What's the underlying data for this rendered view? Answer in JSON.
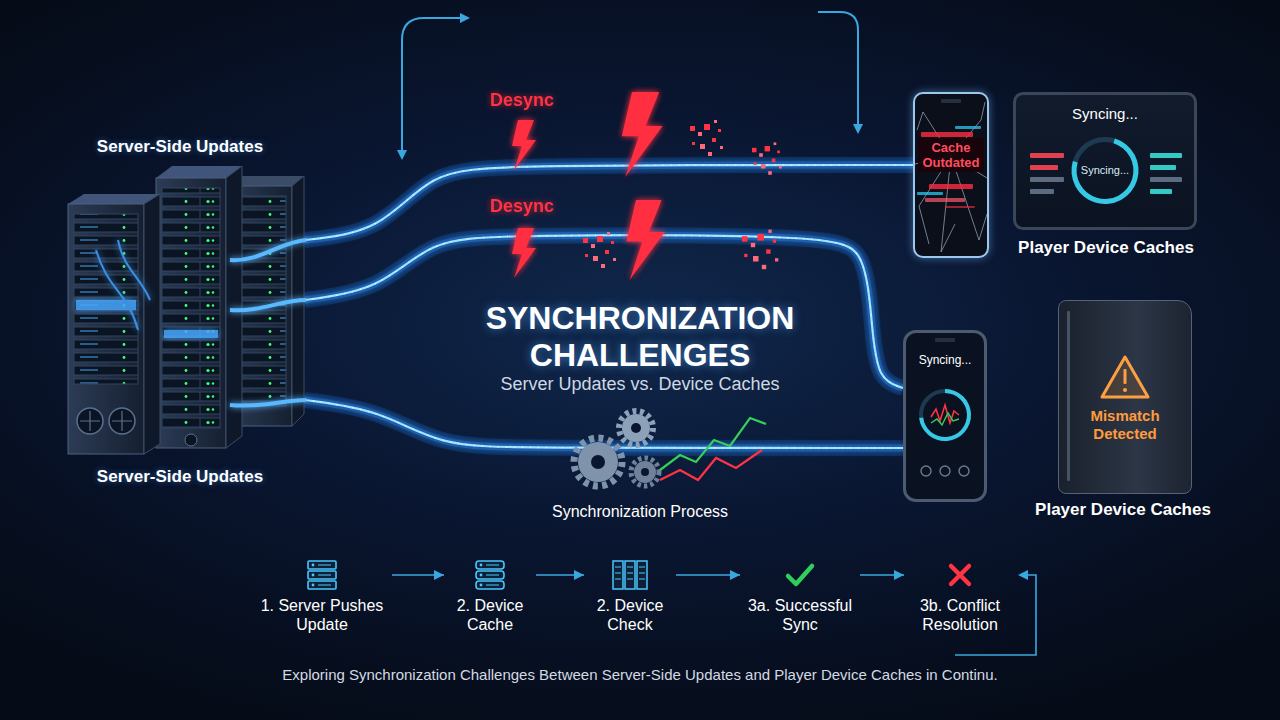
{
  "diagram": {
    "title": "SYNCHRONIZATION CHALLENGES",
    "caption": "Exploring Synchronization Challenges Between Server-Side Updates and Player Device Caches in Continu.",
    "nodes": [
      {
        "text": [
          "Server-Side Updates",
          "Server-Side Updates"
        ]
      },
      {
        "text": [
          "Cache Outdated"
        ]
      },
      {
        "text": [
          "Syncing...",
          "Syncing..."
        ]
      },
      {
        "text": [
          "Syncing..."
        ]
      },
      {
        "text": [
          "Mismatch Detected"
        ]
      },
      {
        "text": [
          "1. Server Pushes Update"
        ]
      },
      {
        "text": [
          "2. Device Cache"
        ]
      },
      {
        "text": [
          "2. Device Check"
        ]
      },
      {
        "text": [
          "3a. Successful Sync"
        ]
      },
      {
        "text": [
          "3b. Conflict Resolution"
        ]
      }
    ],
    "edges": [
      {
        "from": 0,
        "to": 1,
        "label": "Desync",
        "arrow": "none"
      },
      {
        "from": 0,
        "to": 3,
        "label": "Desync",
        "arrow": "none"
      },
      {
        "from": 0,
        "to": 3,
        "arrow": "none"
      },
      {
        "from": 5,
        "to": 6,
        "arrow": "to"
      },
      {
        "from": 6,
        "to": 7,
        "arrow": "to"
      },
      {
        "from": 7,
        "to": 8,
        "arrow": "to"
      },
      {
        "from": 8,
        "to": 9,
        "arrow": "to"
      }
    ],
    "labels": [
      "Player Device Caches",
      "Server Updates vs. Device Caches",
      "Synchronization Process",
      "Player Device Caches"
    ]
  }
}
